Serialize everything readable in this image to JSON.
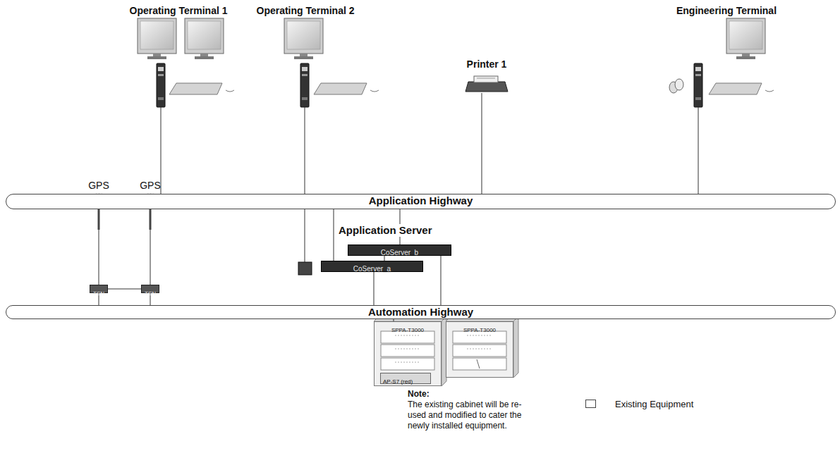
{
  "diagram": {
    "nodes": [
      {
        "text": [
          "Operating Terminal 1"
        ]
      },
      {
        "text": [
          "Operating Terminal 2"
        ]
      },
      {
        "text": [
          "Engineering Terminal"
        ]
      },
      {
        "text": [
          "Printer 1"
        ]
      },
      {
        "text": [
          "Application Highway"
        ]
      },
      {
        "text": [
          "CoServer_b"
        ]
      },
      {
        "text": [
          "CoServer_a"
        ]
      },
      {
        "text": [
          "GPS"
        ]
      },
      {
        "text": [
          "GPS"
        ]
      },
      {
        "text": [
          "TSN"
        ]
      },
      {
        "text": [
          "TSN"
        ]
      },
      {
        "text": [
          "Automation Highway"
        ]
      },
      {
        "text": [
          "SPPA-T3000"
        ]
      },
      {
        "text": [
          "AP-S7 (red)"
        ],
        "in": 12
      },
      {
        "text": [
          "SPPA-T3000"
        ]
      }
    ],
    "edges": [
      {
        "from": 0,
        "to": 4,
        "arrow": "none"
      },
      {
        "from": 1,
        "to": 4,
        "arrow": "none"
      },
      {
        "from": 2,
        "to": 4,
        "arrow": "none"
      },
      {
        "from": 3,
        "to": 4,
        "arrow": "none"
      },
      {
        "from": 4,
        "to": 5,
        "arrow": "none"
      },
      {
        "from": 4,
        "to": 6,
        "arrow": "none"
      },
      {
        "from": 5,
        "to": 11,
        "arrow": "none"
      },
      {
        "from": 6,
        "to": 11,
        "arrow": "none"
      },
      {
        "from": 5,
        "to": 6,
        "arrow": "none"
      },
      {
        "from": 7,
        "to": 9,
        "arrow": "none"
      },
      {
        "from": 8,
        "to": 10,
        "arrow": "none"
      },
      {
        "from": 9,
        "to": 10,
        "arrow": "none"
      },
      {
        "from": 9,
        "to": 11,
        "arrow": "none"
      },
      {
        "from": 10,
        "to": 11,
        "arrow": "none"
      },
      {
        "from": 12,
        "to": 11,
        "arrow": "none"
      }
    ],
    "labels": [
      "Application Server",
      "Note:",
      "The existing cabinet will be re-used and modified to cater the newly installed equipment."
    ],
    "legend": [
      {
        "text": "Existing Equipment",
        "color": "#ffffff"
      }
    ]
  }
}
